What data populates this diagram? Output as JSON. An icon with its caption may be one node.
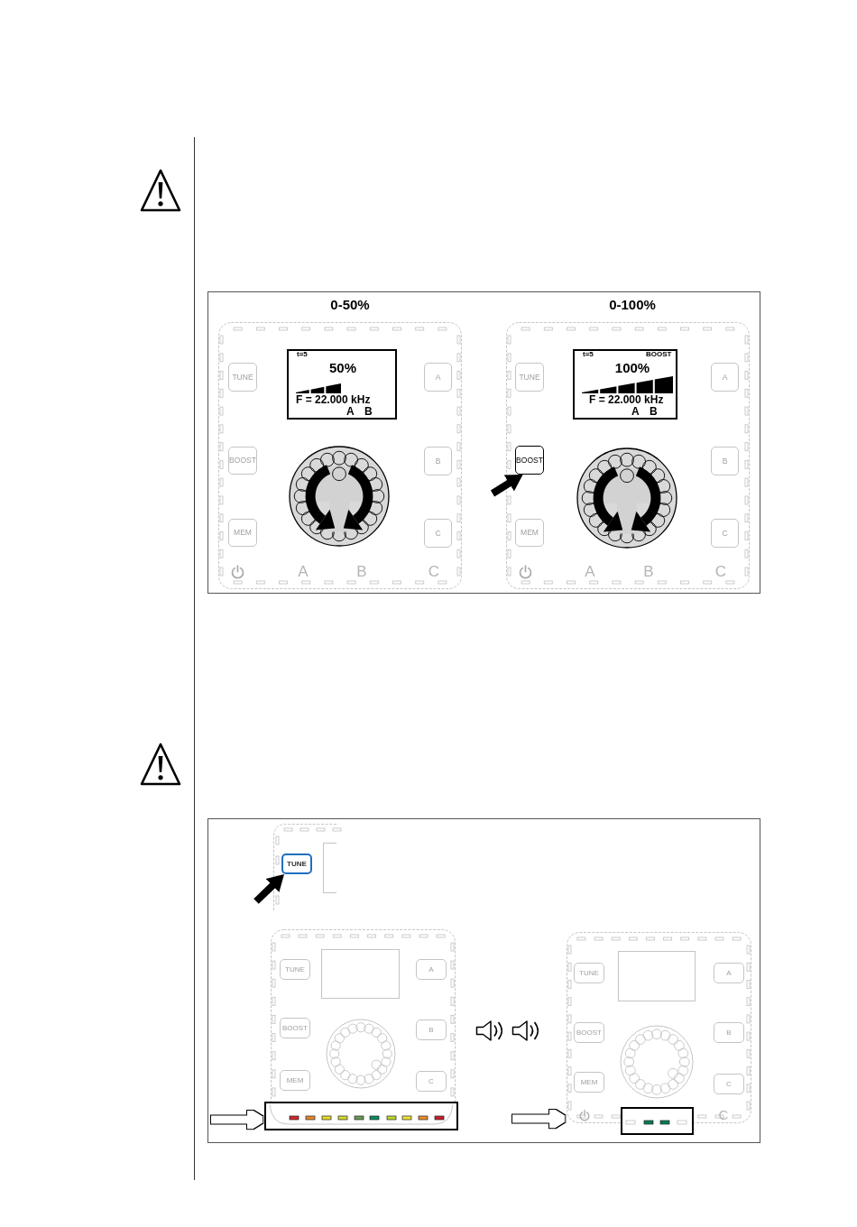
{
  "diagram": {
    "nodes": [
      {
        "text": [
          "0-50%",
          "A",
          "B",
          "C"
        ]
      },
      {
        "text": [
          "t=5",
          "50%",
          "F = 22.000 kHz",
          "A",
          "B"
        ],
        "in": 0
      },
      {
        "text": [
          "TUNE"
        ],
        "in": 0
      },
      {
        "text": [
          "BOOST"
        ],
        "in": 0
      },
      {
        "text": [
          "MEM"
        ],
        "in": 0
      },
      {
        "text": [
          "A"
        ],
        "in": 0
      },
      {
        "text": [
          "B"
        ],
        "in": 0
      },
      {
        "text": [
          "C"
        ],
        "in": 0
      },
      {
        "text": [
          "0-100%",
          "A",
          "B",
          "C"
        ]
      },
      {
        "text": [
          "t=5",
          "BOOST",
          "100%",
          "F = 22.000 kHz",
          "A",
          "B"
        ],
        "in": 8
      },
      {
        "text": [
          "TUNE"
        ],
        "in": 8
      },
      {
        "text": [
          "BOOST"
        ],
        "in": 8
      },
      {
        "text": [
          "MEM"
        ],
        "in": 8
      },
      {
        "text": [
          "A"
        ],
        "in": 8
      },
      {
        "text": [
          "B"
        ],
        "in": 8
      },
      {
        "text": [
          "C"
        ],
        "in": 8
      },
      {
        "text": [],
        "shape": "box"
      },
      {
        "text": [
          "TUNE"
        ],
        "in": 16
      },
      {
        "text": [],
        "shape": "box",
        "in": 16
      },
      {
        "text": [],
        "shape": "box"
      },
      {
        "text": [],
        "shape": "box",
        "in": 19
      },
      {
        "text": [
          "TUNE"
        ],
        "in": 19
      },
      {
        "text": [
          "BOOST"
        ],
        "in": 19
      },
      {
        "text": [
          "MEM"
        ],
        "in": 19
      },
      {
        "text": [
          "A"
        ],
        "in": 19
      },
      {
        "text": [
          "B"
        ],
        "in": 19
      },
      {
        "text": [
          "C"
        ],
        "in": 19
      },
      {
        "text": [],
        "shape": "box"
      },
      {
        "text": [
          "C"
        ]
      },
      {
        "text": [],
        "shape": "box",
        "in": 28
      },
      {
        "text": [
          "TUNE"
        ],
        "in": 28
      },
      {
        "text": [
          "BOOST"
        ],
        "in": 28
      },
      {
        "text": [
          "MEM"
        ],
        "in": 28
      },
      {
        "text": [
          "A"
        ],
        "in": 28
      },
      {
        "text": [
          "B"
        ],
        "in": 28
      },
      {
        "text": [
          "C"
        ],
        "in": 28
      },
      {
        "text": [],
        "shape": "box"
      }
    ],
    "edges": [
      {
        "from": null,
        "to": 11,
        "arrow": "to",
        "style": "thick"
      },
      {
        "from": null,
        "to": 17,
        "arrow": "to",
        "style": "thick"
      },
      {
        "from": null,
        "to": 27,
        "arrow": "to"
      },
      {
        "from": null,
        "to": 28,
        "arrow": "to"
      }
    ]
  }
}
